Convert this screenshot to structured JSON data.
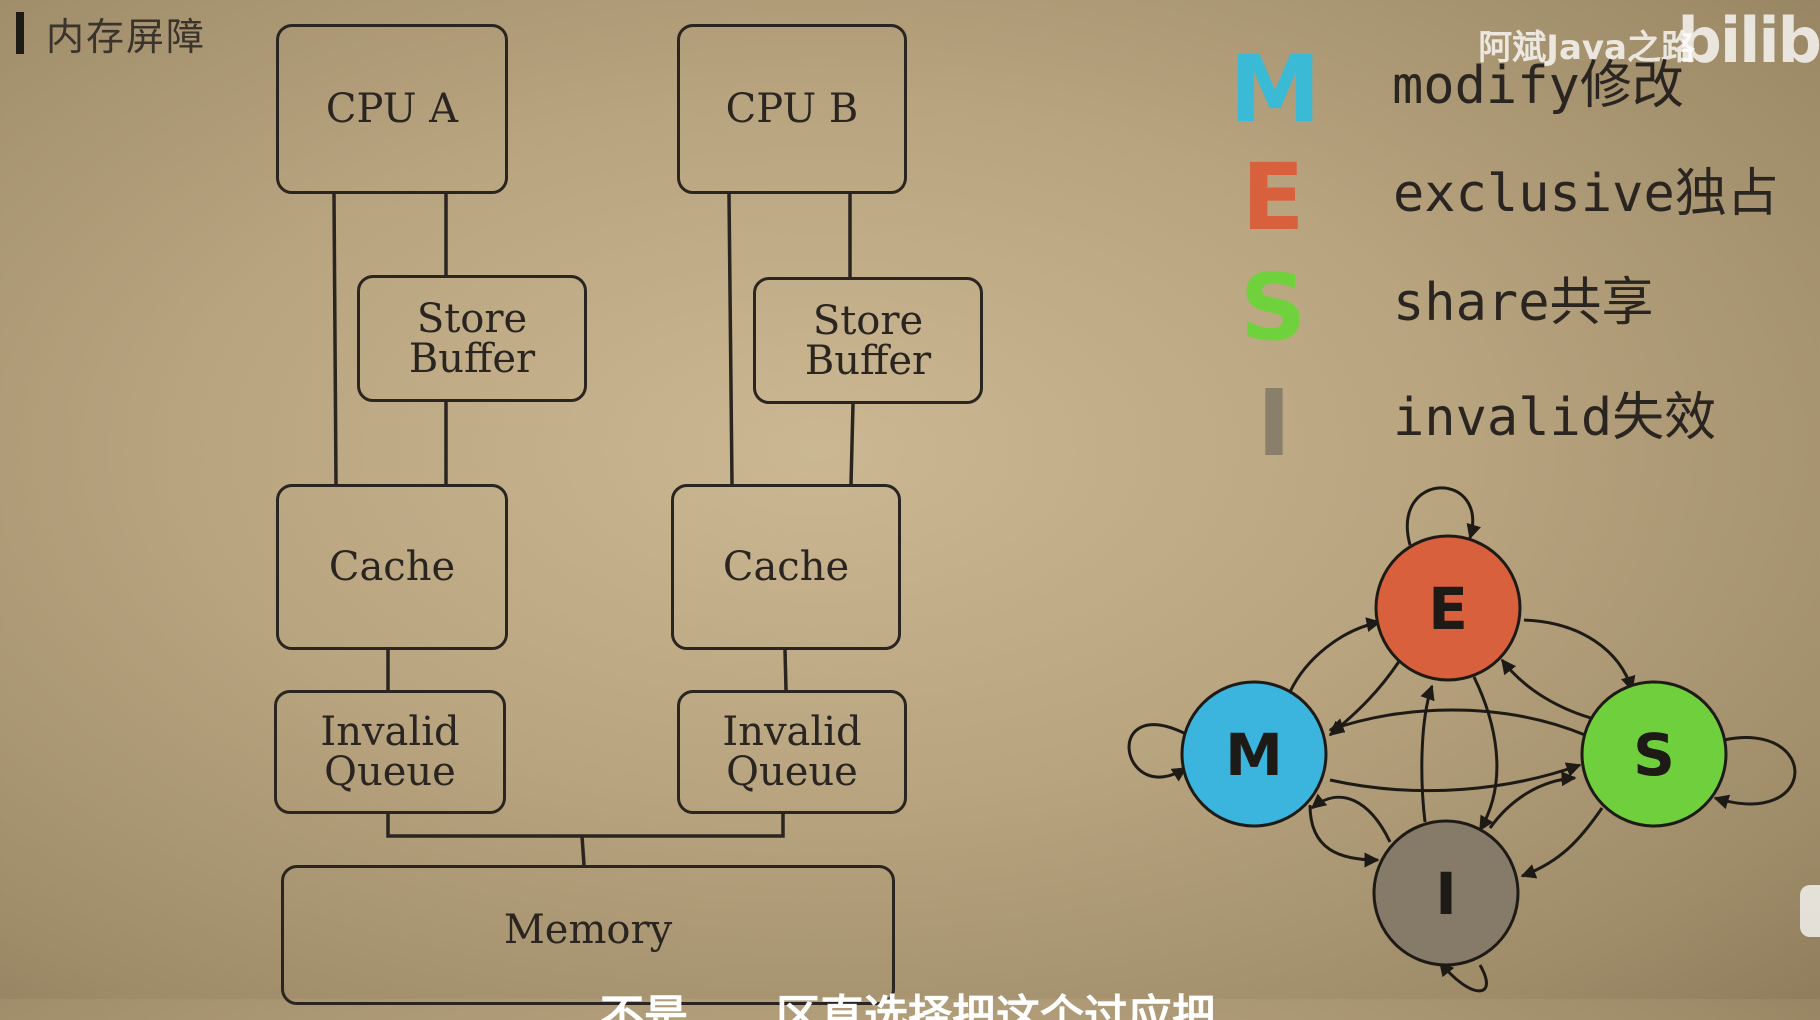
{
  "header": {
    "title": "内存屏障"
  },
  "watermark": {
    "channel": "阿斌Java之路",
    "logo": "bilib"
  },
  "cpu_a": {
    "cpu": "CPU  A",
    "store_buffer": "Store\nBuffer",
    "cache": "Cache",
    "invalid_queue": "Invalid\nQueue"
  },
  "cpu_b": {
    "cpu": "CPU  B",
    "store_buffer": "Store\nBuffer",
    "cache": "Cache",
    "invalid_queue": "Invalid\nQueue"
  },
  "memory": {
    "label": "Memory"
  },
  "mesi_legend": [
    {
      "letter": "M",
      "text": "modify修改",
      "color": "#3bbad6"
    },
    {
      "letter": "E",
      "text": "exclusive独占",
      "color": "#d9603c"
    },
    {
      "letter": "S",
      "text": "share共享",
      "color": "#6fd23c"
    },
    {
      "letter": "I",
      "text": "invalid失效",
      "color": "#8a7f6a"
    }
  ],
  "state_diagram": {
    "states": [
      {
        "label": "E",
        "color": "#d9603c"
      },
      {
        "label": "M",
        "color": "#3bb5dd"
      },
      {
        "label": "S",
        "color": "#6fcf3c"
      },
      {
        "label": "I",
        "color": "#857b68"
      }
    ]
  },
  "subtitle": "不是……区直选择把这个过应把"
}
